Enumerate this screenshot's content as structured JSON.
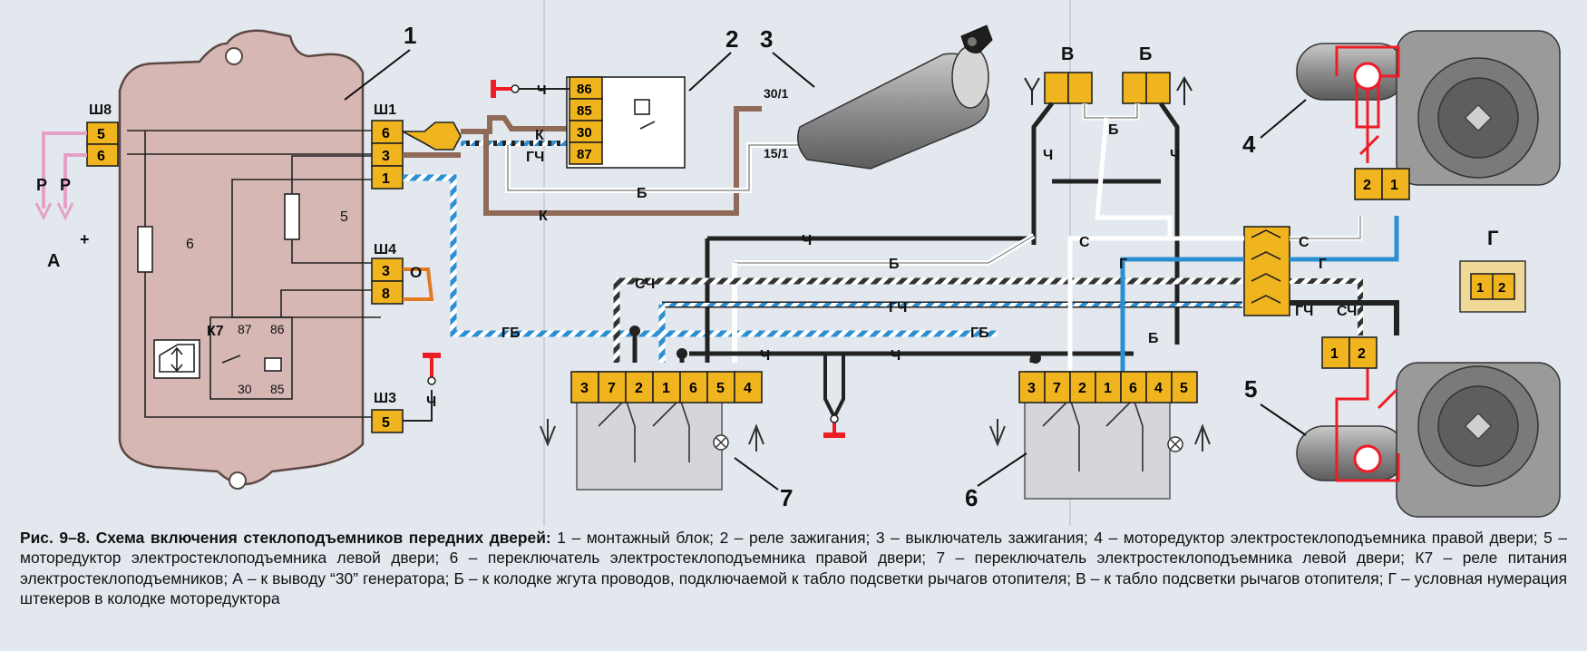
{
  "figure": {
    "caption_title": "Рис. 9–8. Схема включения стеклоподъемников передних дверей:",
    "caption_body": "1 – монтажный блок; 2 – реле зажигания; 3 – выключатель зажигания; 4 – моторедуктор электростеклоподъемника правой двери; 5 – моторедуктор электростеклоподъемника левой двери; 6 – переключатель электростеклоподъемника правой двери; 7 – переключатель электростеклоподъемника левой двери; К7 – реле питания электростеклоподъемников; А – к выводу “30” генератора; Б – к колодке жгута проводов, подключаемой к табло подсветки рычагов отопителя; В – к табло подсветки рычагов отопителя; Г – условная нумерация штекеров в колодке моторедуктора"
  },
  "callouts": {
    "n1": "1",
    "n2": "2",
    "n3": "3",
    "n4": "4",
    "n5": "5",
    "n6": "6",
    "n7": "7"
  },
  "mounting_block": {
    "connector_sh8": "Ш8",
    "connector_sh1": "Ш1",
    "connector_sh4": "Ш4",
    "connector_sh3": "Ш3",
    "sh8_pins": [
      "5",
      "6"
    ],
    "sh1_pins": [
      "6",
      "3",
      "1"
    ],
    "sh4_pins": [
      "3",
      "8"
    ],
    "sh3_pins": [
      "5"
    ],
    "fuse6": "6",
    "fuse5": "5",
    "relay_label": "К7",
    "relay_pins": [
      "87",
      "86",
      "30",
      "85"
    ]
  },
  "relay2_pins": [
    "86",
    "85",
    "30",
    "87"
  ],
  "ignition_switch": {
    "term_30_1": "30/1",
    "term_15_1": "15/1"
  },
  "wire_labels": {
    "ch": "Ч",
    "k": "К",
    "gch": "ГЧ",
    "b": "Б",
    "sch": "СЧ",
    "gb": "ГБ",
    "s": "С",
    "g": "Г",
    "o": "О",
    "r": "Р"
  },
  "outputs": {
    "a": "А",
    "v": "В",
    "b": "Б",
    "g": "Г",
    "plus": "+"
  },
  "switch_pins_left": [
    "3",
    "7",
    "2",
    "1",
    "6",
    "5",
    "4"
  ],
  "switch_pins_right": [
    "3",
    "7",
    "2",
    "1",
    "6",
    "4",
    "5"
  ],
  "motor_pins": [
    "2",
    "1"
  ],
  "legend_g_pins": [
    "1",
    "2"
  ],
  "colors": {
    "connector": "#f0b41e",
    "block": "#dcc0bc",
    "motor_wire": "#ee1c25",
    "wire_blue": "#2c8fd2",
    "wire_orange": "#e07b22",
    "wire_pink": "#e5a0c8",
    "wire_brown": "#8e6a57"
  }
}
